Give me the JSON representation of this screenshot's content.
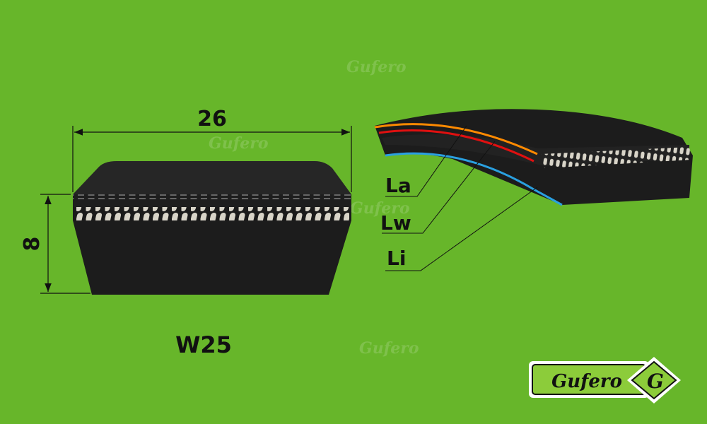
{
  "dimensions": {
    "width_label": "26",
    "height_label": "8"
  },
  "profile_label": "W25",
  "length_labels": {
    "outer": "La",
    "pitch": "Lw",
    "inner": "Li"
  },
  "logo": {
    "brand": "Gufero",
    "mark": "G"
  },
  "colors": {
    "background": "#67b62a",
    "belt": "#1c1c1c",
    "outer_line": "#ff8a00",
    "pitch_line": "#e01010",
    "inner_line": "#2aa0e0",
    "cord": "#d8d4c8"
  }
}
